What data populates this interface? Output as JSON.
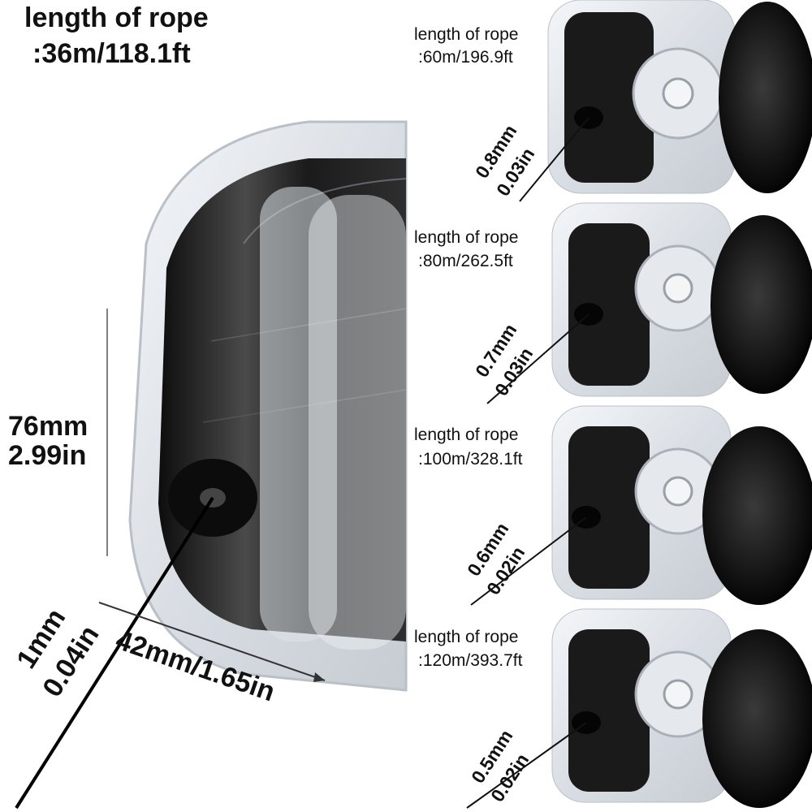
{
  "main": {
    "title": "length of rope",
    "length": ":36m/118.1ft",
    "height_mm": "76mm",
    "height_in": "2.99in",
    "width": "42mm/1.65in",
    "diameter_mm": "1mm",
    "diameter_in": "0.04in"
  },
  "variants": [
    {
      "title": "length of rope",
      "length": ":60m/196.9ft",
      "diameter_mm": "0.8mm",
      "diameter_in": "0.03in"
    },
    {
      "title": "length of rope",
      "length": ":80m/262.5ft",
      "diameter_mm": "0.7mm",
      "diameter_in": "0.03in"
    },
    {
      "title": "length of rope",
      "length": ":100m/328.1ft",
      "diameter_mm": "0.6mm",
      "diameter_in": "0.02in"
    },
    {
      "title": "length of rope",
      "length": ":120m/393.7ft",
      "diameter_mm": "0.5mm",
      "diameter_in": "0.02in"
    }
  ],
  "colors": {
    "spool_black": "#1a1a1a",
    "case_clear": "#e9edf1",
    "text": "#111111"
  }
}
